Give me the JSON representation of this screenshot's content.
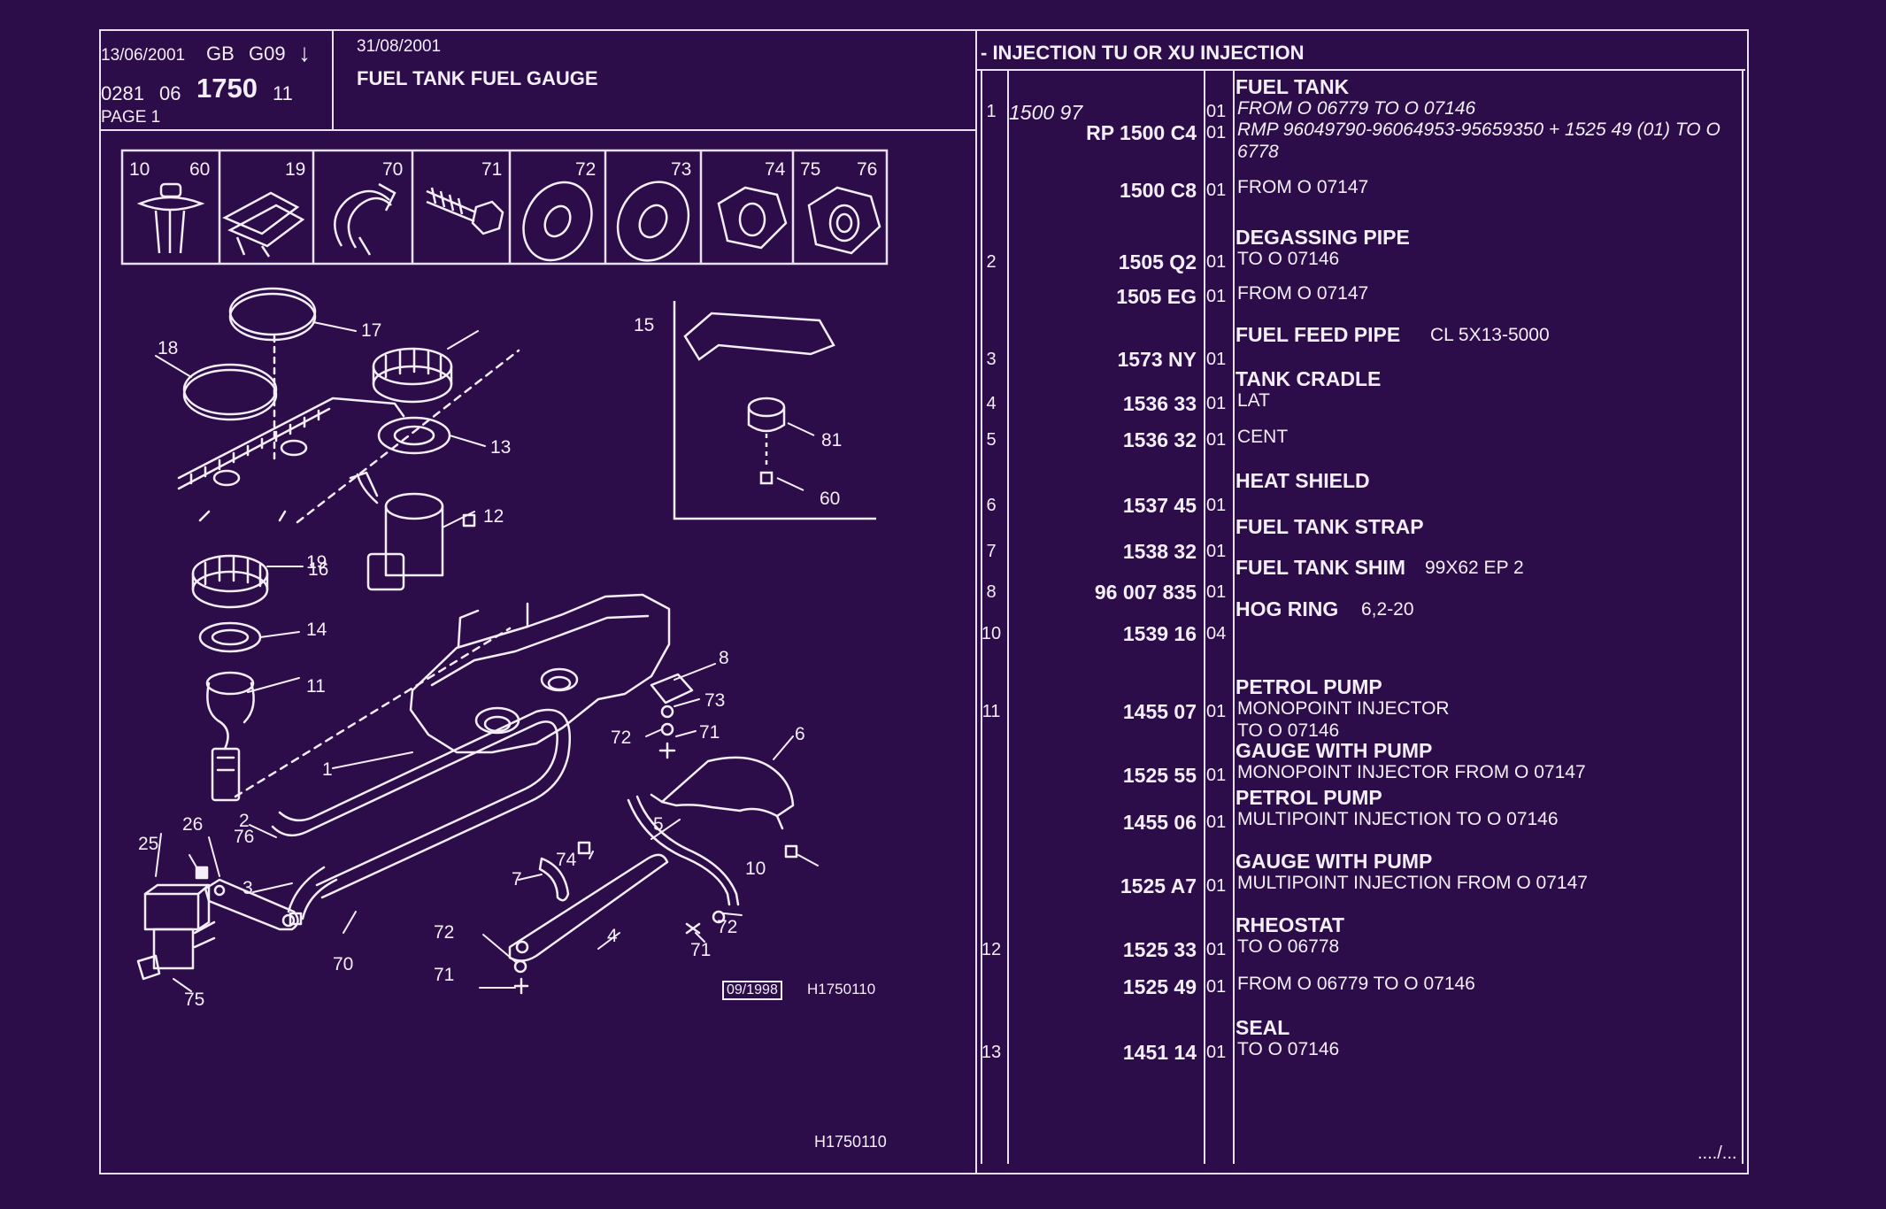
{
  "header": {
    "date1": "13/06/2001",
    "country": "GB",
    "group": "G09",
    "arrow": "↓",
    "ref_prefix": "0281",
    "ref_06": "06",
    "ref_big": "1750",
    "ref_suffix": "11",
    "page": "PAGE 1",
    "date2": "31/08/2001",
    "title": "FUEL TANK FUEL GAUGE"
  },
  "section_title": "- INJECTION TU OR  XU INJECTION",
  "hardware_cells": [
    "10",
    "60",
    "19",
    "70",
    "71",
    "72",
    "73",
    "74",
    "75",
    "76"
  ],
  "diagram": {
    "callouts": [
      "17",
      "18",
      "15",
      "13",
      "12",
      "19",
      "16",
      "14",
      "11",
      "81",
      "60",
      "8",
      "73",
      "72",
      "71",
      "6",
      "1",
      "2",
      "3",
      "26",
      "76",
      "25",
      "75",
      "70",
      "7",
      "74",
      "5",
      "10",
      "72",
      "71",
      "4",
      "72",
      "71"
    ],
    "date_box": "09/1998",
    "ref_code": "H1750110",
    "footer_code": "H1750110"
  },
  "parts": [
    {
      "idx": "1",
      "qty_left": "1500 97",
      "part": "",
      "qty": "01",
      "title": "FUEL TANK",
      "lines": [
        "FROM  O  06779  TO  O  07146"
      ]
    },
    {
      "idx": "",
      "qty_left": "",
      "part": "RP  1500 C4",
      "qty": "01",
      "title": "",
      "lines": [
        "RMP 96049790-96064953-95659350  +  1525 49 (01) TO O",
        "6778"
      ]
    },
    {
      "idx": "",
      "qty_left": "",
      "part": "1500 C8",
      "qty": "01",
      "title": "",
      "lines": [
        "FROM  O  07147"
      ]
    },
    {
      "idx": "2",
      "qty_left": "",
      "part": "1505 Q2",
      "qty": "01",
      "title": "DEGASSING PIPE",
      "lines": [
        "TO  O  07146"
      ]
    },
    {
      "idx": "",
      "qty_left": "",
      "part": "1505 EG",
      "qty": "01",
      "title": "",
      "lines": [
        "FROM  O  07147"
      ]
    },
    {
      "idx": "3",
      "qty_left": "",
      "part": "1573 NY",
      "qty": "01",
      "title": "FUEL FEED PIPE",
      "lines": [
        "CL 5X13-5000"
      ]
    },
    {
      "idx": "4",
      "qty_left": "",
      "part": "1536 33",
      "qty": "01",
      "title": "TANK CRADLE",
      "lines": [
        "LAT"
      ]
    },
    {
      "idx": "5",
      "qty_left": "",
      "part": "1536 32",
      "qty": "01",
      "title": "",
      "lines": [
        "CENT"
      ]
    },
    {
      "idx": "6",
      "qty_left": "",
      "part": "1537 45",
      "qty": "01",
      "title": "HEAT SHIELD",
      "lines": []
    },
    {
      "idx": "7",
      "qty_left": "",
      "part": "1538 32",
      "qty": "01",
      "title": "FUEL TANK STRAP",
      "lines": []
    },
    {
      "idx": "8",
      "qty_left": "",
      "part": "96 007 835",
      "qty": "01",
      "title": "FUEL TANK SHIM",
      "lines": [
        "99X62 EP 2"
      ]
    },
    {
      "idx": "10",
      "qty_left": "",
      "part": "1539 16",
      "qty": "04",
      "title": "HOG RING",
      "lines": [
        "6,2-20"
      ]
    },
    {
      "idx": "11",
      "qty_left": "",
      "part": "1455 07",
      "qty": "01",
      "title": "PETROL PUMP",
      "lines": [
        "MONOPOINT INJECTOR",
        "TO  O  07146"
      ]
    },
    {
      "idx": "",
      "qty_left": "",
      "part": "1525 55",
      "qty": "01",
      "title": "GAUGE WITH PUMP",
      "lines": [
        "MONOPOINT INJECTOR FROM  O  07147"
      ]
    },
    {
      "idx": "",
      "qty_left": "",
      "part": "1455 06",
      "qty": "01",
      "title": "PETROL PUMP",
      "lines": [
        "MULTIPOINT INJECTION TO  O  07146"
      ]
    },
    {
      "idx": "",
      "qty_left": "",
      "part": "1525 A7",
      "qty": "01",
      "title": "GAUGE WITH PUMP",
      "lines": [
        "MULTIPOINT INJECTION FROM  O  07147"
      ]
    },
    {
      "idx": "12",
      "qty_left": "",
      "part": "1525 33",
      "qty": "01",
      "title": "RHEOSTAT",
      "lines": [
        "TO  O  06778"
      ]
    },
    {
      "idx": "",
      "qty_left": "",
      "part": "1525 49",
      "qty": "01",
      "title": "",
      "lines": [
        "FROM  O  06779  TO  O  07146"
      ]
    },
    {
      "idx": "13",
      "qty_left": "",
      "part": "1451 14",
      "qty": "01",
      "title": "SEAL",
      "lines": [
        "TO  O  07146"
      ]
    }
  ],
  "continuation": "..../..."
}
